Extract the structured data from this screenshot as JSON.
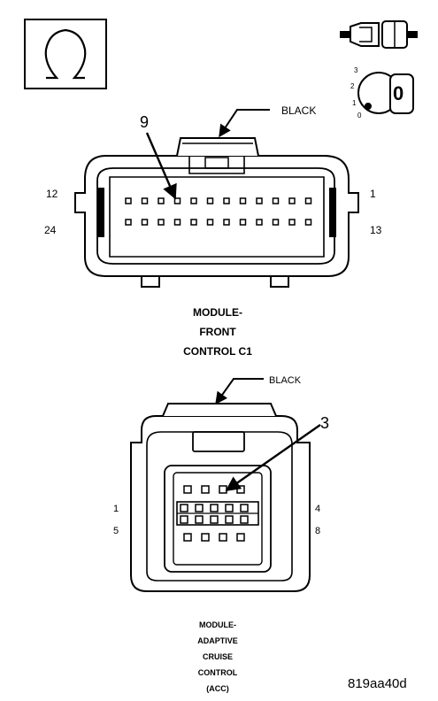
{
  "symbols": {
    "ohm": "ohmmeter-icon",
    "connector": "connector-probe-icon",
    "ignition": "ignition-key-icon",
    "key_positions": [
      "3",
      "2",
      "1",
      "0"
    ],
    "key_label": "0"
  },
  "connector1": {
    "color_label": "BLACK",
    "callout_pin": "9",
    "pin_left_top": "12",
    "pin_left_bottom": "24",
    "pin_right_top": "1",
    "pin_right_bottom": "13",
    "caption": [
      "MODULE-",
      "FRONT",
      "CONTROL C1"
    ],
    "rows": [
      12,
      12
    ]
  },
  "connector2": {
    "color_label": "BLACK",
    "callout_pin": "3",
    "pin_left_top": "1",
    "pin_left_bottom": "5",
    "pin_right_top": "4",
    "pin_right_bottom": "8",
    "caption": [
      "MODULE-",
      "ADAPTIVE",
      "CRUISE",
      "CONTROL",
      "(ACC)"
    ]
  },
  "figure_id": "819aa40d"
}
